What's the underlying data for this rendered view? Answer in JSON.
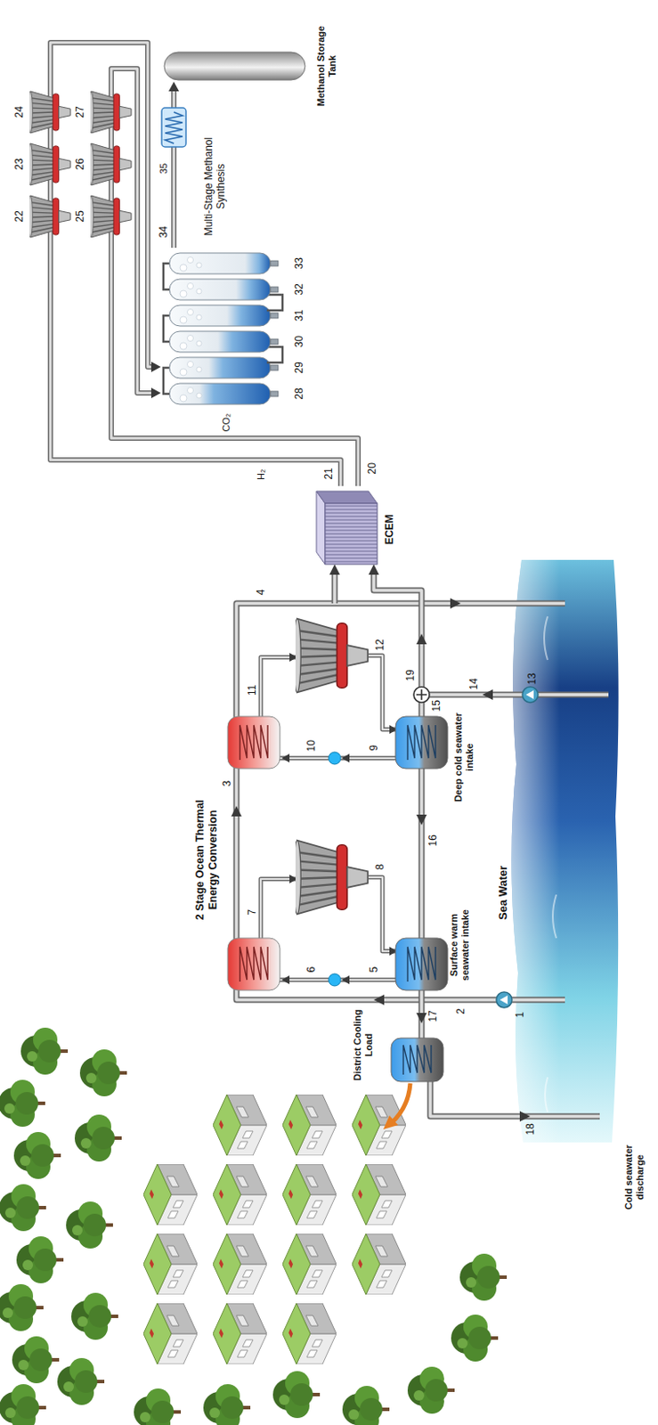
{
  "diagram": {
    "nodes": [
      {
        "text": [
          "ECEM"
        ]
      },
      {
        "text": [
          "Multi-Stage Methanol Synthesis"
        ]
      },
      {
        "text": [
          "Methanol Storage Tank"
        ]
      }
    ],
    "edges": [
      {
        "from": 0,
        "to": 1,
        "arrow": "to",
        "label": "H₂"
      },
      {
        "from": 0,
        "to": 1,
        "arrow": "to",
        "label": "CO₂"
      },
      {
        "from": 1,
        "to": 2,
        "arrow": "to",
        "label": "35"
      }
    ],
    "labels": [
      "2 Stage Ocean Thermal Energy Conversion",
      "Sea Water",
      "Surface warm seawater intake",
      "Deep cold seawater intake",
      "Cold seawater discharge",
      "District Cooling Load",
      "1",
      "2",
      "3",
      "4",
      "5",
      "6",
      "7",
      "8",
      "9",
      "10",
      "11",
      "12",
      "13",
      "14",
      "15",
      "16",
      "17",
      "18",
      "19",
      "20",
      "21",
      "22",
      "23",
      "24",
      "25",
      "26",
      "27",
      "28",
      "29",
      "30",
      "31",
      "32",
      "33",
      "34"
    ]
  }
}
